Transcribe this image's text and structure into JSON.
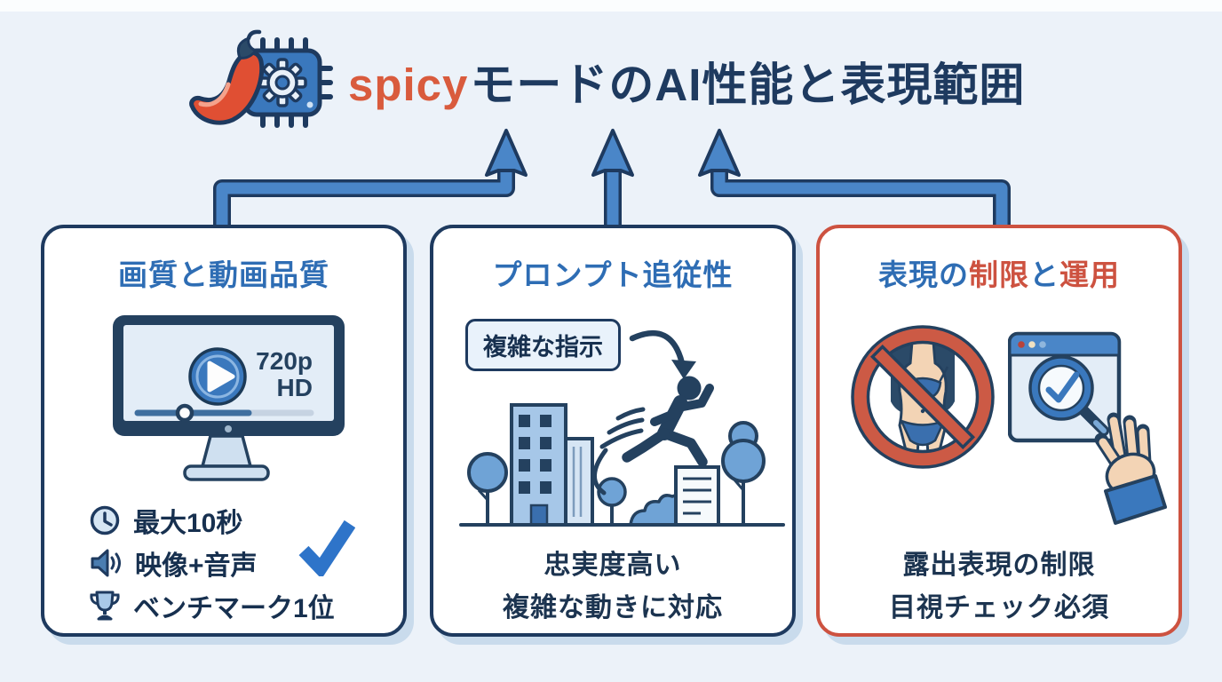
{
  "header": {
    "title_brand": "spicy",
    "title_rest": "モードのAI性能と表現範囲"
  },
  "panels": {
    "quality": {
      "title": "画質と動画品質",
      "monitor": {
        "resolution": "720p",
        "hd": "HD"
      },
      "bullets": [
        {
          "icon": "clock-icon",
          "text": "最大10秒"
        },
        {
          "icon": "speaker-icon",
          "text": "映像+音声"
        },
        {
          "icon": "trophy-icon",
          "text": "ベンチマーク1位"
        }
      ]
    },
    "prompt": {
      "title": "プロンプト追従性",
      "callout": "複雑な指示",
      "caption_lines": [
        "忠実度高い",
        "複雑な動きに対応"
      ]
    },
    "restriction": {
      "title_parts": [
        {
          "text": "表現の",
          "color": "#2e6db4"
        },
        {
          "text": "制限",
          "color": "#cd5240"
        },
        {
          "text": "と",
          "color": "#2e6db4"
        },
        {
          "text": "運用",
          "color": "#cd5240"
        }
      ],
      "caption_lines": [
        "露出表現の制限",
        "目視チェック必須"
      ]
    }
  },
  "colors": {
    "background": "#ecf2f9",
    "navy": "#1e3a5f",
    "heading_blue": "#2e6db4",
    "arrow_blue": "#4a86c8",
    "accent_red": "#cd5240",
    "brand_orange": "#d95b3d",
    "panel_shadow": "#c9dbec",
    "light_blue_fill": "#6fa3d6",
    "screen_blue": "#e3edf7",
    "skin": "#f3d4b5"
  }
}
